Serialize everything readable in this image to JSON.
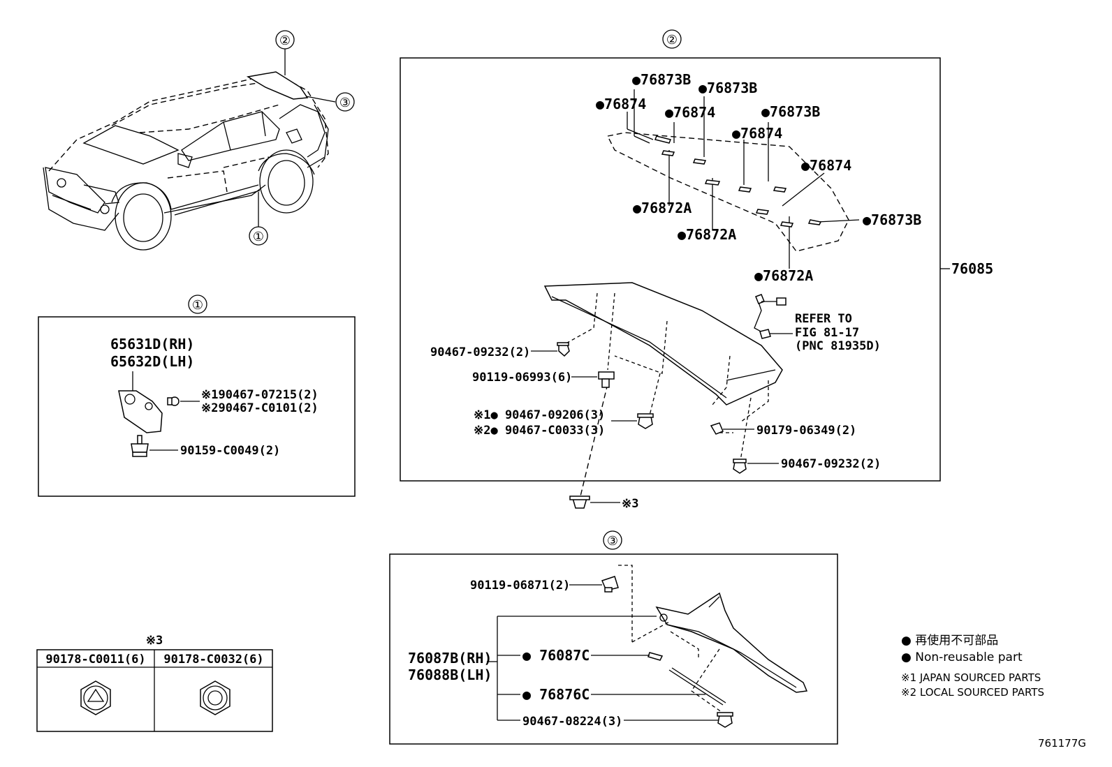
{
  "callouts": {
    "c1": "①",
    "c2": "②",
    "c3": "③",
    "c2_top": "②"
  },
  "panel1": {
    "title": "①",
    "rh": "65631D(RH)",
    "lh": "65632D(LH)",
    "clip_j": "※190467-07215(2)",
    "clip_l": "※290467-C0101(2)",
    "bolt": "90159-C0049(2)"
  },
  "panel2": {
    "title": "②",
    "assembly": "76085",
    "seals": [
      "●76873B",
      "●76873B",
      "●76874",
      "●76874",
      "●76873B",
      "●76874",
      "●76874",
      "●76873B",
      "●76872A",
      "●76872A",
      "●76872A"
    ],
    "refer": [
      "REFER TO",
      "FIG 81-17",
      "(PNC 81935D)"
    ],
    "clip_a": "90467-09232(2)",
    "nut": "90119-06993(6)",
    "clip_j": "※1● 90467-09206(3)",
    "clip_l": "※2● 90467-C0033(3)",
    "grommet": "90179-06349(2)",
    "clip_b": "90467-09232(2)",
    "ref3": "※3"
  },
  "panel3": {
    "title": "③",
    "nut": "90119-06871(2)",
    "rh": "76087B(RH)",
    "lh": "76088B(LH)",
    "seal_c": "● 76087C",
    "tape": "● 76876C",
    "clip": "90467-08224(3)"
  },
  "table": {
    "heading": "※3",
    "col1": "90178-C0011(6)",
    "col2": "90178-C0032(6)"
  },
  "legend": {
    "line1": "● 再使用不可部品",
    "line2": "● Non-reusable part",
    "note1": "※1 JAPAN SOURCED PARTS",
    "note2": "※2 LOCAL SOURCED PARTS"
  },
  "figure_code": "761177G"
}
